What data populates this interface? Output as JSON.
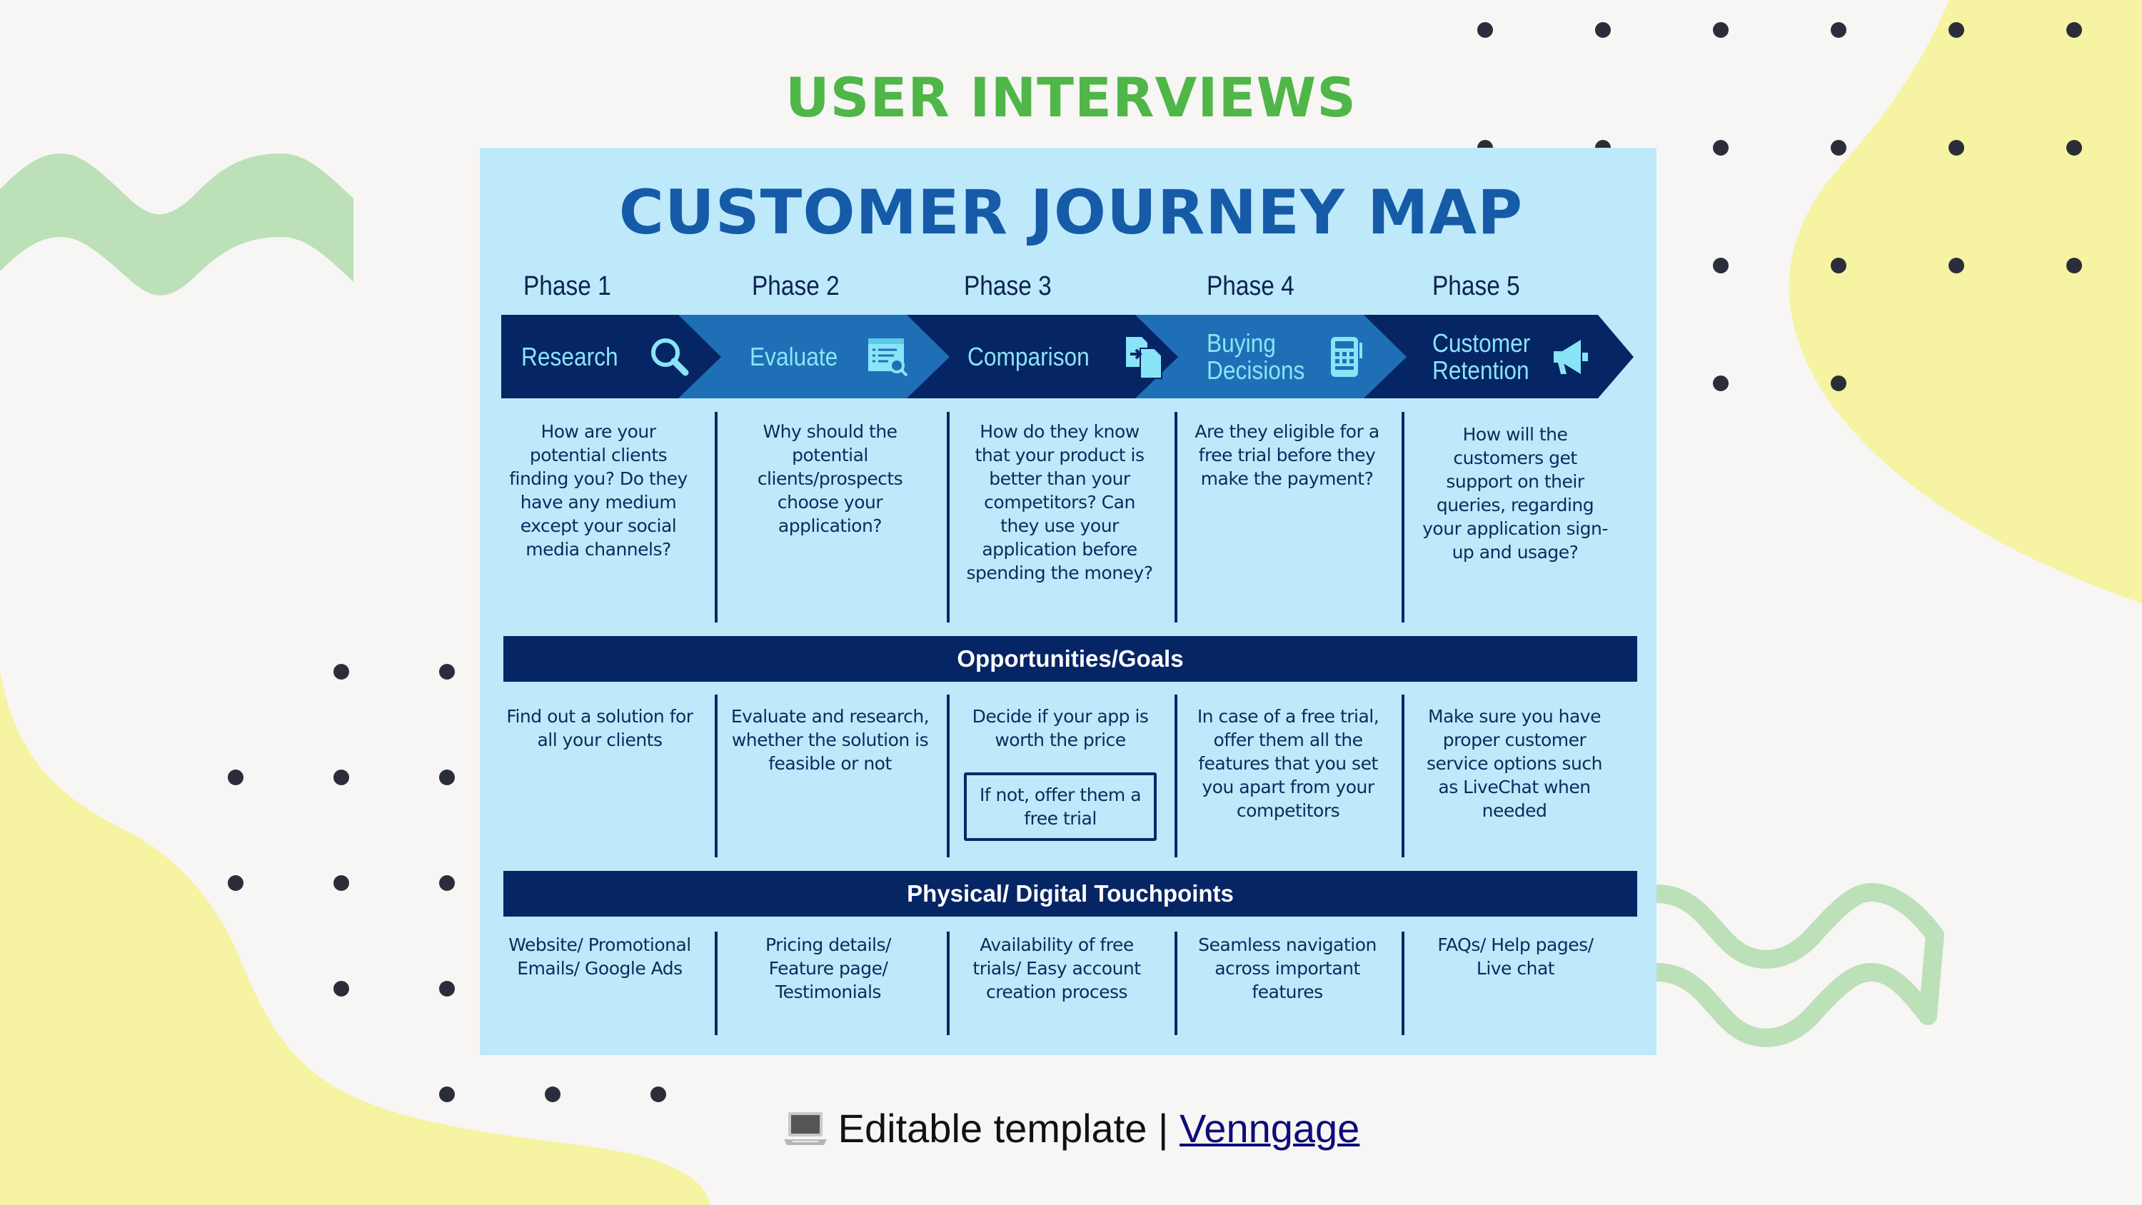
{
  "page": {
    "title": "USER INTERVIEWS",
    "colors": {
      "background": "#f7f6f4",
      "title_green": "#4fb648",
      "blob_yellow": "#f6f3a2",
      "wave_green": "#bce0b8",
      "dot": "#2b2e3a"
    }
  },
  "journey_map": {
    "title": "CUSTOMER JOURNEY MAP",
    "colors": {
      "card_bg": "#bde9fb",
      "title_blue": "#155ba8",
      "navy": "#062565",
      "mid_blue": "#1f6fb6",
      "icon_cyan": "#8ae4f7"
    },
    "phases": [
      {
        "phase": "Phase 1",
        "stage": "Research",
        "icon": "magnifier-icon",
        "question": "How are your potential clients finding you? Do they have any medium except your social media channels?",
        "opportunity": "Find out a solution for all your clients",
        "touchpoint": "Website/ Promotional Emails/ Google Ads"
      },
      {
        "phase": "Phase 2",
        "stage": "Evaluate",
        "icon": "document-search-icon",
        "question": "Why should the potential clients/prospects choose your application?",
        "opportunity": "Evaluate and research, whether the solution is feasible or not",
        "touchpoint": "Pricing details/ Feature page/ Testimonials"
      },
      {
        "phase": "Phase 3",
        "stage": "Comparison",
        "icon": "compare-files-icon",
        "question": "How do they know that your product is better than your competitors? Can they use your application before spending the money?",
        "opportunity": "Decide if your app is worth the price",
        "opportunity_note": "If not, offer them a free trial",
        "touchpoint": "Availability of free trials/ Easy account creation process"
      },
      {
        "phase": "Phase 4",
        "stage": "Buying Decisions",
        "icon": "calculator-icon",
        "question": "Are they eligible for a free trial before they make the payment?",
        "opportunity": "In case of a free trial, offer them all the features that you set you apart from your competitors",
        "touchpoint": "Seamless navigation across important features"
      },
      {
        "phase": "Phase 5",
        "stage": "Customer Retention",
        "icon": "megaphone-icon",
        "question": "How will the customers get support on their queries, regarding your application sign-up and usage?",
        "opportunity": "Make sure you have proper customer service options such as LiveChat when needed",
        "touchpoint": "FAQs/ Help pages/ Live chat"
      }
    ],
    "sections": {
      "opportunities": "Opportunities/Goals",
      "touchpoints": "Physical/ Digital Touchpoints"
    }
  },
  "footer": {
    "icon": "laptop-icon",
    "text": "Editable template |",
    "link_label": "Venngage"
  }
}
